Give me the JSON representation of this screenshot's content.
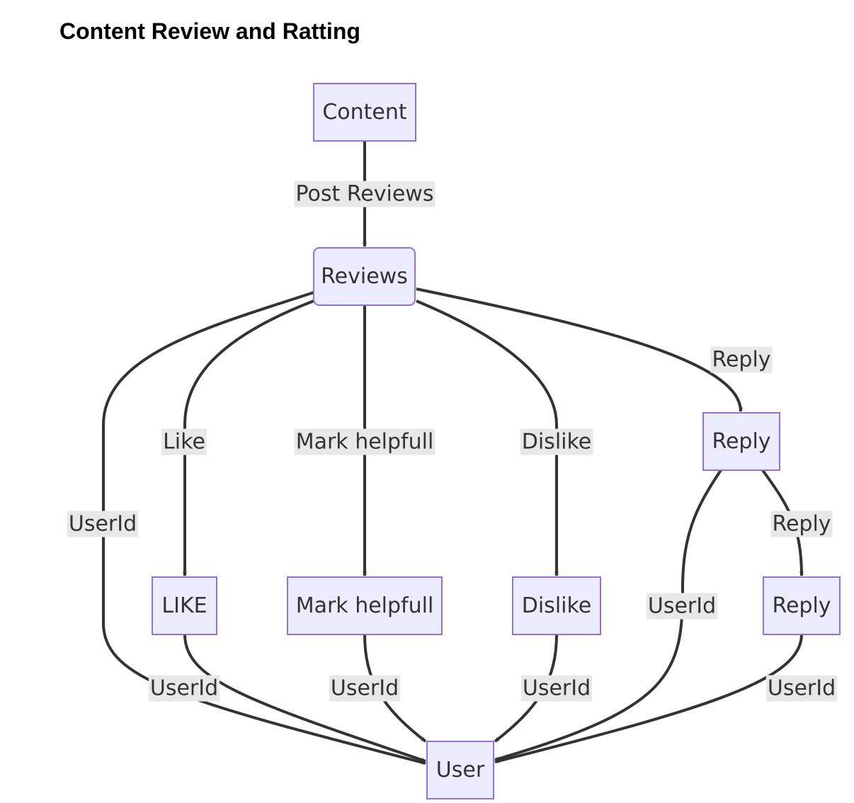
{
  "title": "Content Review and Ratting",
  "colors": {
    "node_fill": "#ececff",
    "node_stroke": "#9370db",
    "edge": "#333333",
    "edge_label_bg": "#e8e8e8",
    "text": "#333333"
  },
  "nodes": [
    {
      "id": "content",
      "label": "Content",
      "shape": "rect"
    },
    {
      "id": "reviews",
      "label": "Reviews",
      "shape": "rounded-rect"
    },
    {
      "id": "like",
      "label": "LIKE",
      "shape": "rect"
    },
    {
      "id": "mark_helpfull",
      "label": "Mark helpfull",
      "shape": "rect"
    },
    {
      "id": "dislike",
      "label": "Dislike",
      "shape": "rect"
    },
    {
      "id": "reply1",
      "label": "Reply",
      "shape": "rect"
    },
    {
      "id": "reply2",
      "label": "Reply",
      "shape": "rect"
    },
    {
      "id": "user",
      "label": "User",
      "shape": "rect"
    }
  ],
  "edges": [
    {
      "from": "content",
      "to": "reviews",
      "label": "Post Reviews"
    },
    {
      "from": "reviews",
      "to": "user",
      "label": "UserId"
    },
    {
      "from": "reviews",
      "to": "like",
      "label": "Like"
    },
    {
      "from": "reviews",
      "to": "mark_helpfull",
      "label": "Mark helpfull"
    },
    {
      "from": "reviews",
      "to": "dislike",
      "label": "Dislike"
    },
    {
      "from": "reviews",
      "to": "reply1",
      "label": "Reply"
    },
    {
      "from": "reply1",
      "to": "user",
      "label": "UserId"
    },
    {
      "from": "reply1",
      "to": "reply2",
      "label": "Reply"
    },
    {
      "from": "like",
      "to": "user",
      "label": "UserId"
    },
    {
      "from": "mark_helpfull",
      "to": "user",
      "label": "UserId"
    },
    {
      "from": "dislike",
      "to": "user",
      "label": "UserId"
    },
    {
      "from": "reply2",
      "to": "user",
      "label": "UserId"
    }
  ]
}
